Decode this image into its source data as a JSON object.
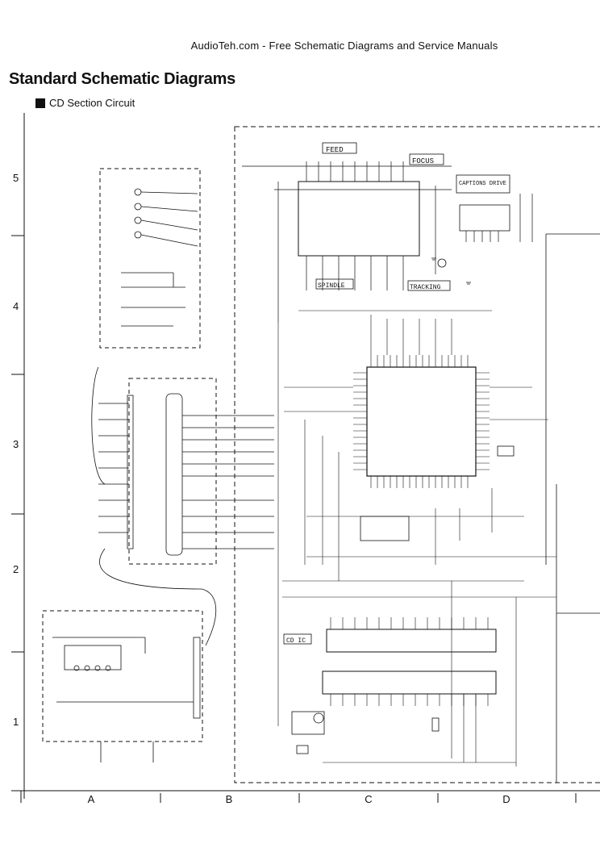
{
  "header": {
    "site_text": "AudioTeh.com - Free Schematic Diagrams and Service Manuals"
  },
  "page": {
    "title": "Standard Schematic Diagrams",
    "section": "CD Section Circuit"
  },
  "grid": {
    "rows": [
      "5",
      "4",
      "3",
      "2",
      "1"
    ],
    "columns": [
      "A",
      "B",
      "C",
      "D"
    ]
  },
  "blocks": {
    "feed": "FEED",
    "focus": "FOCUS",
    "spindle": "SPINDLE",
    "tracking": "TRACKING",
    "tilt": "CAPTIONS DRIVE",
    "cd_ic": "CD IC"
  },
  "colors": {
    "ink": "#111111",
    "paper": "#ffffff"
  }
}
